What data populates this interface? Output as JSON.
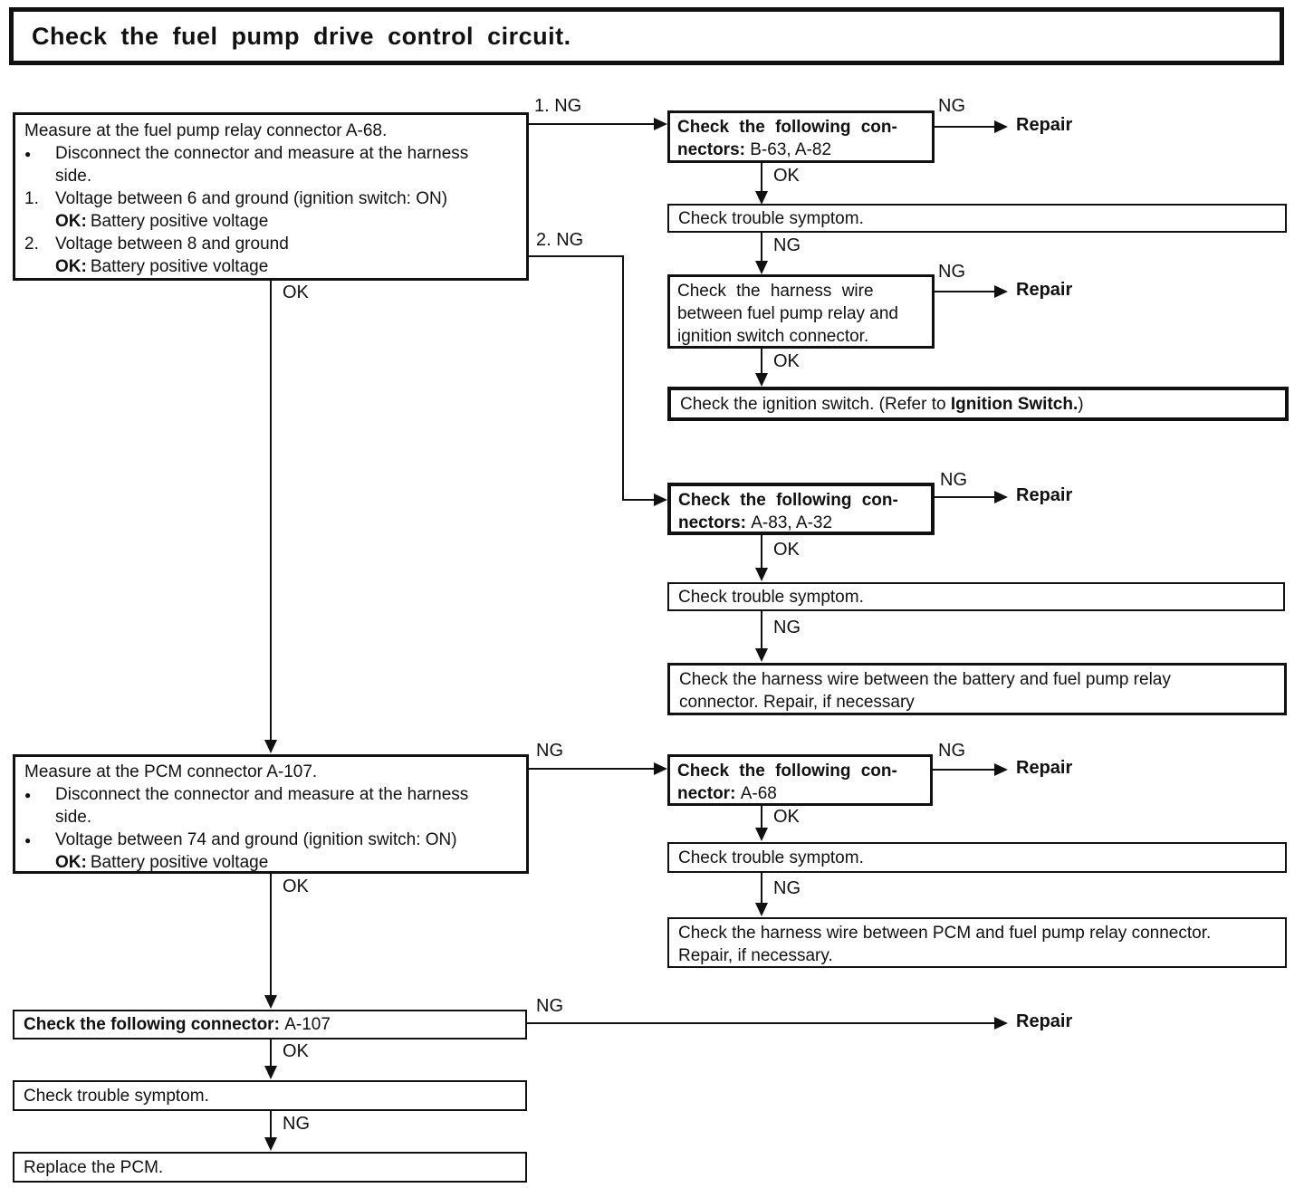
{
  "title": "Check the fuel pump drive control circuit.",
  "bullet": "●",
  "labels": {
    "ok": "OK",
    "ng": "NG",
    "ng1": "1. NG",
    "ng2": "2. NG",
    "repair": "Repair"
  },
  "relay_box": {
    "title": "Measure at the fuel pump relay connector A-68.",
    "b1_line1": "Disconnect the connector and measure at the harness",
    "b1_line2": "side.",
    "n1": "1.",
    "n1_text": "Voltage between 6 and ground (ignition switch: ON)",
    "n2": "2.",
    "n2_text": "Voltage between 8 and ground",
    "ok_label": "OK:",
    "ok_value": "Battery positive voltage"
  },
  "pcm_box": {
    "title": "Measure at the PCM connector A-107.",
    "b1_line1": "Disconnect the connector and measure at the harness",
    "b1_line2": "side.",
    "b2_text": "Voltage between 74 and ground (ignition switch: ON)",
    "ok_label": "OK:",
    "ok_value": "Battery positive voltage"
  },
  "check_connectors_1": {
    "line1": "Check the following con-",
    "line2_label": "nectors:",
    "line2_value": "B-63, A-82"
  },
  "trouble1": "Check trouble symptom.",
  "harness_ign": {
    "line1": "Check the harness wire",
    "line2": "between fuel pump relay and",
    "line3": "ignition switch connector."
  },
  "ignition_switch": {
    "pre": "Check the ignition switch. (Refer to ",
    "bold_part": "Ignition Switch.",
    "post": ")"
  },
  "check_connectors_2": {
    "line1": "Check the following con-",
    "line2_label": "nectors:",
    "line2_value": "A-83, A-32"
  },
  "trouble2": "Check trouble symptom.",
  "harness_batt": {
    "line1": "Check the harness wire between the battery and fuel pump relay",
    "line2": "connector. Repair, if necessary"
  },
  "check_connector_3": {
    "line1": "Check the following con-",
    "line2_label": "nector:",
    "line2_value": "A-68"
  },
  "trouble3": "Check trouble symptom.",
  "harness_pcm": {
    "line1": "Check the harness wire between PCM and fuel pump relay connector.",
    "line2": "Repair, if necessary."
  },
  "check_connector_4": {
    "label": "Check the following connector:",
    "value": "A-107"
  },
  "trouble4": "Check trouble symptom.",
  "replace_pcm": "Replace the PCM."
}
